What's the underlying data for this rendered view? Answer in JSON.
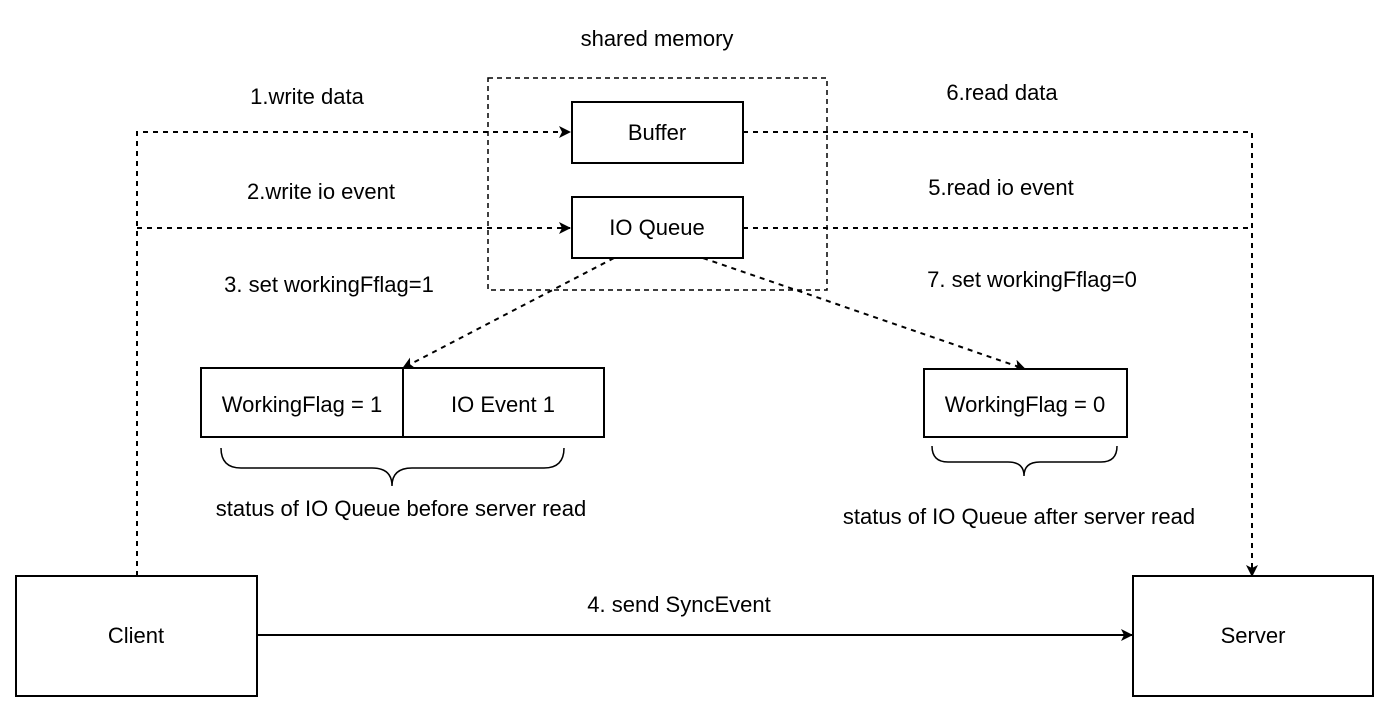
{
  "regions": {
    "shared_memory_label": "shared memory"
  },
  "nodes": {
    "buffer": "Buffer",
    "io_queue": "IO Queue",
    "client": "Client",
    "server": "Server",
    "working_flag_before": "WorkingFlag = 1",
    "io_event": "IO Event 1",
    "working_flag_after": "WorkingFlag = 0"
  },
  "edges": {
    "write_data": "1.write data",
    "write_io_event": "2.write io event",
    "set_flag_1": "3. set workingFflag=1",
    "send_sync_event": "4. send SyncEvent",
    "read_io_event": "5.read io event",
    "read_data": "6.read data",
    "set_flag_0": "7. set workingFflag=0"
  },
  "captions": {
    "before": "status of IO Queue before server read",
    "after": "status of IO Queue after server read"
  }
}
